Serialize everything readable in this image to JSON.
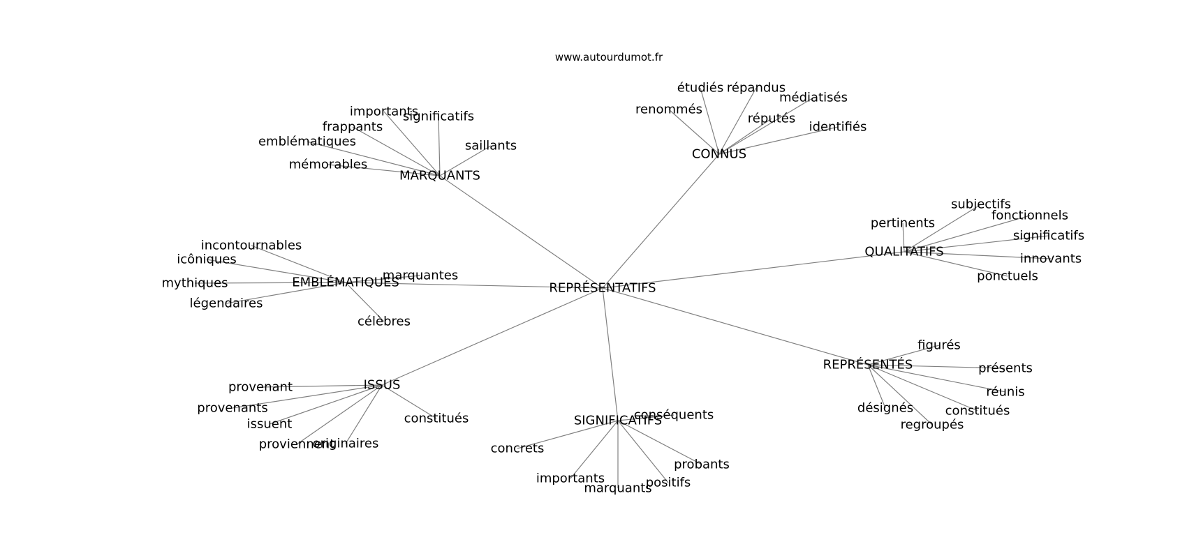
{
  "site": "www.autourdumot.fr",
  "colors": {
    "background": "#ffffff",
    "edge": "#808080",
    "text": "#000000"
  },
  "graph": {
    "root": "REPRÉSENTATIFS",
    "branches": [
      {
        "hub": "MARQUANTS",
        "leaves": [
          "importants",
          "significatifs",
          "frappants",
          "emblématiques",
          "mémorables",
          "saillants"
        ]
      },
      {
        "hub": "CONNUS",
        "leaves": [
          "étudiés",
          "répandus",
          "renommés",
          "médiatisés",
          "réputés",
          "identifiés"
        ]
      },
      {
        "hub": "QUALITATIFS",
        "leaves": [
          "subjectifs",
          "pertinents",
          "fonctionnels",
          "significatifs",
          "innovants",
          "ponctuels"
        ]
      },
      {
        "hub": "EMBLÉMATIQUES",
        "leaves": [
          "incontournables",
          "icôniques",
          "mythiques",
          "légendaires",
          "marquantes",
          "célèbres"
        ]
      },
      {
        "hub": "REPRÉSENTÉS",
        "leaves": [
          "figurés",
          "présents",
          "réunis",
          "désignés",
          "constitués",
          "regroupés"
        ]
      },
      {
        "hub": "ISSUS",
        "leaves": [
          "provenant",
          "provenants",
          "issuent",
          "proviennent",
          "originaires",
          "constitués"
        ]
      },
      {
        "hub": "SIGNIFICATIFS",
        "leaves": [
          "conséquents",
          "concrets",
          "probants",
          "importants",
          "positifs",
          "marquants"
        ]
      }
    ]
  }
}
